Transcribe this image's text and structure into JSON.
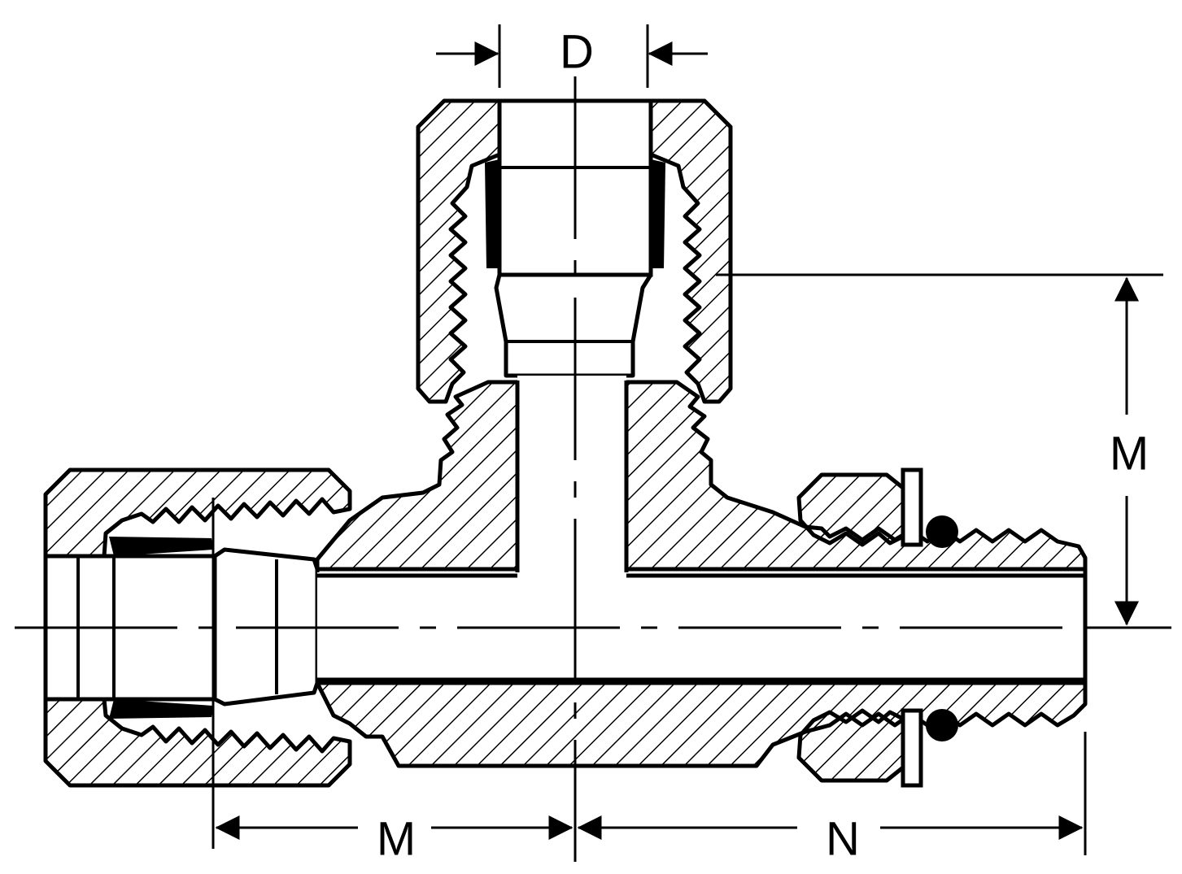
{
  "drawing": {
    "labels": {
      "top_dimension": "D",
      "right_dimension": "M",
      "bottom_left_dimension": "M",
      "bottom_right_dimension": "N"
    }
  },
  "colors": {
    "ink": "#000000",
    "background": "#ffffff"
  }
}
